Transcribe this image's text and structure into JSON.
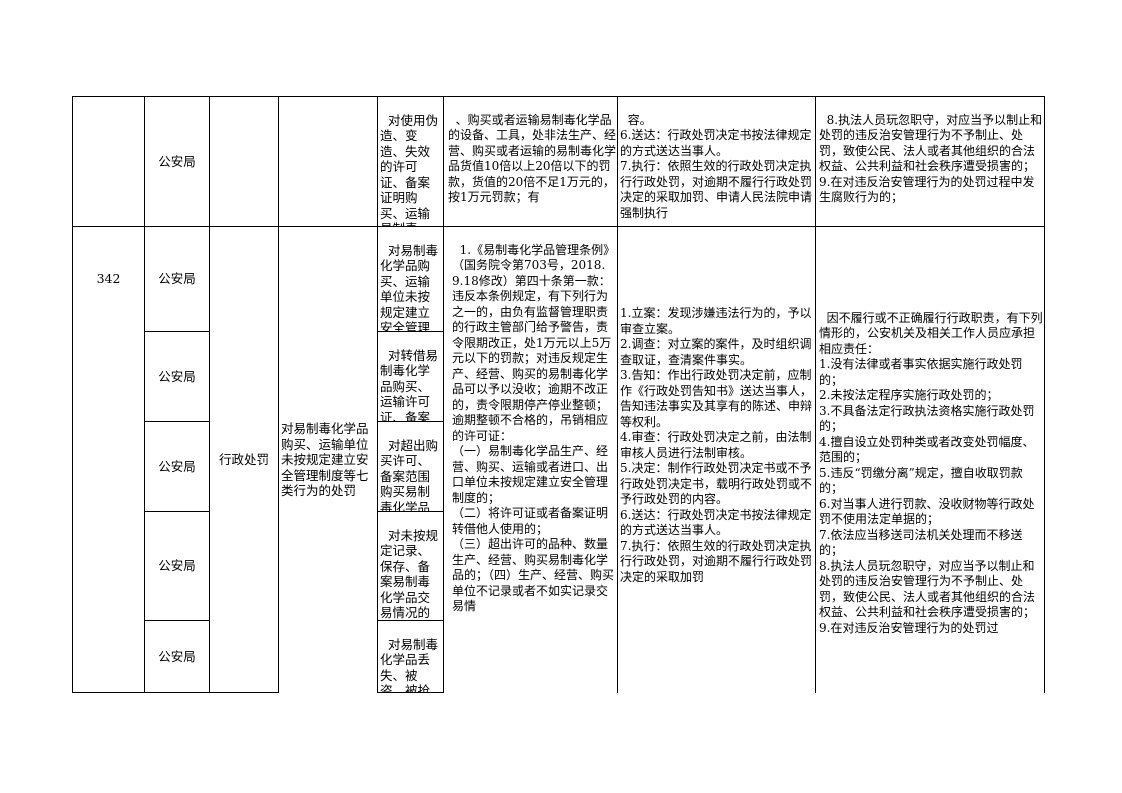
{
  "row_prev": {
    "department": "公安局",
    "subitem": "对使用伪造、变造、失效的许可证、备案证明购买、运输易制毒",
    "basis": "、购买或者运输易制毒化学品的设备、工具，处非法生产、经营、购买或者运输的易制毒化学品货值10倍以上20倍以下的罚款，货值的20倍不足1万元的，按1万元罚款；有",
    "process": "容。\n6.送达：行政处罚决定书按法律规定的方式送达当事人。\n7.执行：依照生效的行政处罚决定执行行政处罚，对逾期不履行行政处罚决定的采取加罚、申请人民法院申请强制执行",
    "liability": "8.执法人员玩忽职守，对应当予以制止和处罚的违反治安管理行为不予制止、处罚，致使公民、法人或者其他组织的合法权益、公共利益和社会秩序遭受损害的；\n9.在对违反治安管理行为的处罚过程中发生腐败行为的；"
  },
  "row_main": {
    "number": "342",
    "category": "行政处罚",
    "item_name": "对易制毒化学品购买、运输单位未按规定建立安全管理制度等七类行为的处罚",
    "sub_rows": [
      {
        "department": "公安局",
        "subitem": "对易制毒化学品购买、运输单位未按规定建立安全管理"
      },
      {
        "department": "公安局",
        "subitem": "对转借易制毒化学品购买、运输许可证、备案"
      },
      {
        "department": "公安局",
        "subitem": "对超出购买许可、备案范围购买易制毒化学品"
      },
      {
        "department": "公安局",
        "subitem": "对未按规定记录、保存、备案易制毒化学品交易情况的"
      },
      {
        "department": "公安局",
        "subitem": "对易制毒化学品丢失、被盗、被抢不"
      }
    ],
    "basis": "1.《易制毒化学品管理条例》（国务院令第703号，2018.9.18修改）第四十条第一款：违反本条例规定，有下列行为之一的，由负有监督管理职责的行政主管部门给予警告，责令限期改正，处1万元以上5万元以下的罚款；对违反规定生产、经营、购买的易制毒化学品可以予以没收；逾期不改正的，责令限期停产停业整顿；逾期整顿不合格的，吊销相应的许可证：\n（一）易制毒化学品生产、经营、购买、运输或者进口、出口单位未按规定建立安全管理制度的；\n（二）将许可证或者备案证明转借他人使用的；\n（三）超出许可的品种、数量生产、经营、购买易制毒化学品的；（四）生产、经营、购买单位不记录或者不如实记录交易情",
    "process": "1.立案：发现涉嫌违法行为的，予以审查立案。\n2.调查：对立案的案件，及时组织调查取证，查清案件事实。\n3.告知：作出行政处罚决定前，应制作《行政处罚告知书》送达当事人，告知违法事实及其享有的陈述、申辩等权利。\n4.审查：行政处罚决定之前，由法制审核人员进行法制审核。\n5.决定：制作行政处罚决定书或不予行政处罚决定书，载明行政处罚或不予行政处罚的内容。\n6.送达：行政处罚决定书按法律规定的方式送达当事人。\n7.执行：依照生效的行政处罚决定执行行政处罚，对逾期不履行行政处罚决定的采取加罚",
    "liability": "因不履行或不正确履行行政职责，有下列情形的，公安机关及相关工作人员应承担相应责任：\n1.没有法律或者事实依据实施行政处罚的；\n2.未按法定程序实施行政处罚的；\n3.不具备法定行政执法资格实施行政处罚的；\n4.擅自设立处罚种类或者改变处罚幅度、范围的；\n5.违反“罚缴分离”规定，擅自收取罚款的；\n6.对当事人进行罚款、没收财物等行政处罚不使用法定单据的；\n7.依法应当移送司法机关处理而不移送的；\n8.执法人员玩忽职守，对应当予以制止和处罚的违反治安管理行为不予制止、处罚，致使公民、法人或者其他组织的合法权益、公共利益和社会秩序遭受损害的；\n9.在对违反治安管理行为的处罚过"
  }
}
